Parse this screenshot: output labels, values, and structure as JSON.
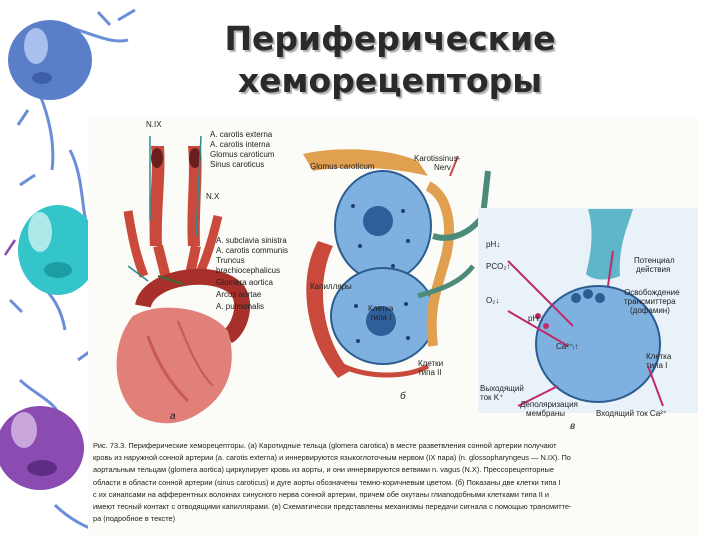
{
  "slide": {
    "title_line1": "Периферические",
    "title_line2": "хеморецепторы"
  },
  "figure_a": {
    "nerve_top": "N.IX",
    "nerve_mid": "N.X",
    "labels": [
      "A. carotis externa",
      "A. carotis interna",
      "Glomus caroticum",
      "Sinus caroticus",
      "A. subclavia sinistra",
      "A. carotis communis",
      "Truncus",
      "brachiocephalicus",
      "Glomera aortica",
      "Arcus aortae",
      "A. pulmonalis"
    ],
    "panel": "а"
  },
  "figure_b": {
    "glomus": "Glomus caroticum",
    "nerve1": "Karotissinus-",
    "nerve2": "Nerv",
    "capillaries": "Капилляры",
    "cell_type1a": "Клетка",
    "cell_type1b": "типа I",
    "cell_type2a": "Клетки",
    "cell_type2b": "типа II",
    "panel": "б"
  },
  "figure_c": {
    "ph": "pH↓",
    "pco2": "PCO₂↑",
    "po2": "O₂↓",
    "phi": "pHᵢ↓",
    "ca": "Ca²⁺ᵢ↑",
    "potential1": "Потенциал",
    "potential2": "действия",
    "release1": "Освобождение",
    "release2": "трансмиттера",
    "release3": "(дофамин)",
    "cell1": "Клетка",
    "cell2": "типа I",
    "k1": "Выходящий",
    "k2": "ток K⁺",
    "depol1": "Деполяризация",
    "depol2": "мембраны",
    "ca_current": "Входящий ток Ca²⁺",
    "panel": "в"
  },
  "caption_lines": [
    "Рис. 73.3. Периферические хеморецепторы. (а) Каротидные тельца (glomera carotica) в месте разветвления сонной артерии получают",
    "кровь из наружной сонной артерии (a. carotis externa) и иннервируются языкоглоточным нервом (IX пара) (n. glossopharyngeus — N.IX). По",
    "аортальным тельцам (glomera aortica) циркулирует кровь из аорты, и они иннервируются ветвями n. vagus (N.X). Прессорецепторные",
    "области в области сонной артерии (sinus caroticus) и дуге аорты обозначены темно-коричневым цветом. (б) Показаны две клетки типа I",
    "с их синапсами на афферентных волокнах синусного нерва сонной артерии, причем обе окутаны глиаподобными клетками типа II и",
    "имеют тесный контакт с отводящими капиллярами. (в) Схематически представлены механизмы передачи сигнала с помощью трансмитте-",
    "ра (подробное в тексте)"
  ],
  "colors": {
    "bubble_cyan": "#33c5c9",
    "bubble_purple": "#8a4cb0",
    "bubble_blue": "#5a7fc8",
    "artery": "#c94a3c",
    "cell_blue": "#7fb1e0",
    "nerve_teal": "#4c8a7a"
  }
}
